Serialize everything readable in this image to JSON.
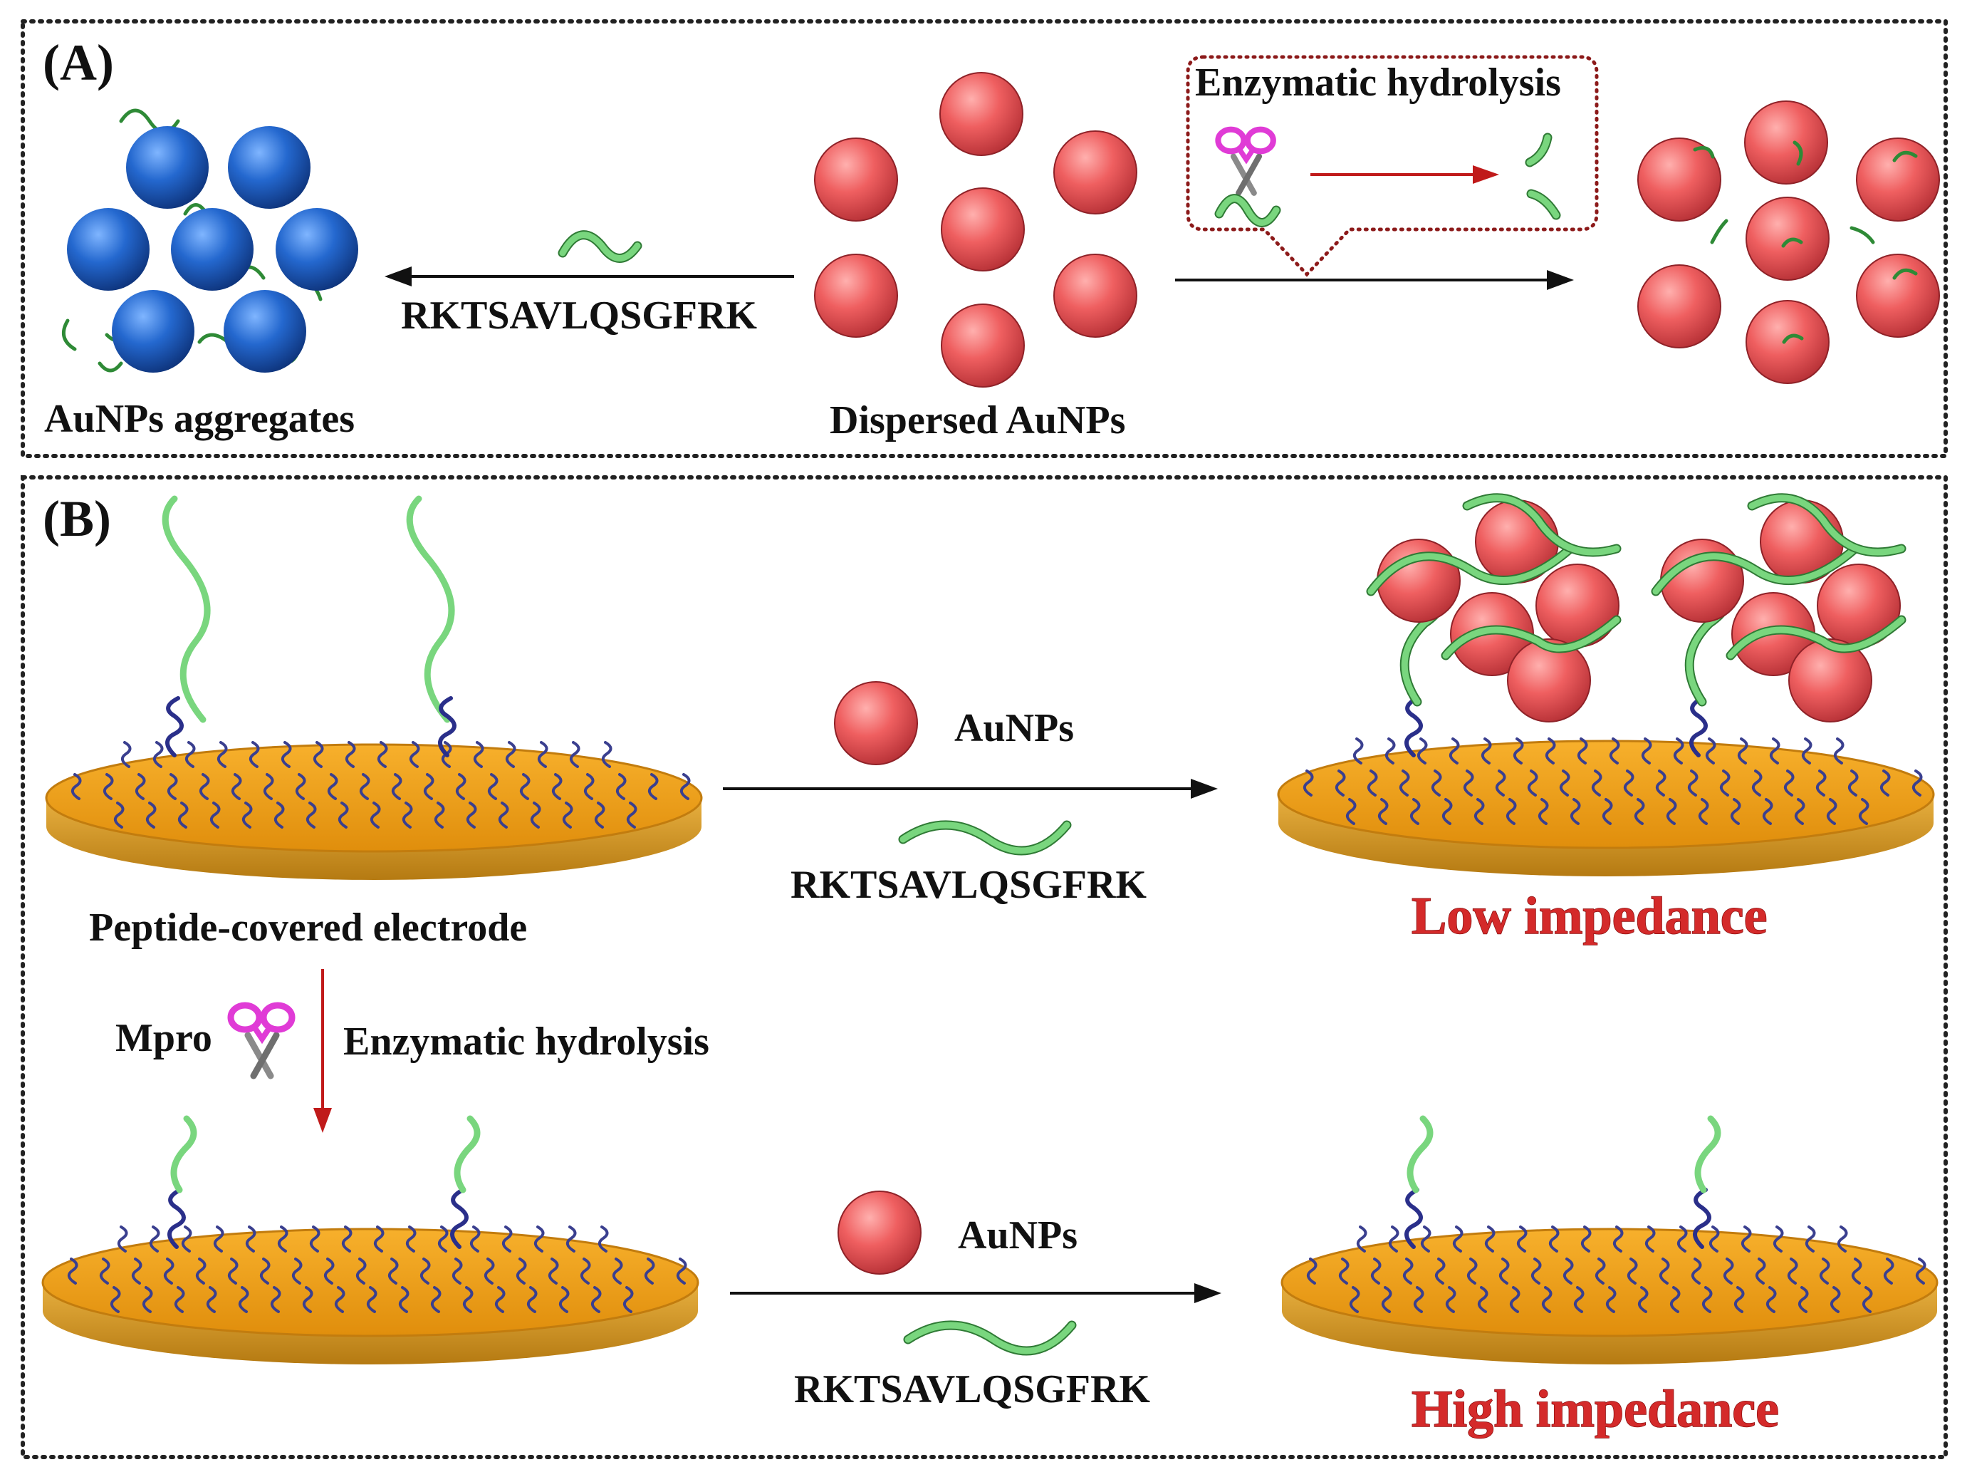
{
  "panels": {
    "a_tag": "(A)",
    "b_tag": "(B)"
  },
  "panel_a": {
    "aggregates_label": "AuNPs aggregates",
    "dispersed_label": "Dispersed AuNPs",
    "peptide_sequence": "RKTSAVLQSGFRK",
    "callout_label": "Enzymatic hydrolysis"
  },
  "panel_b": {
    "electrode_label": "Peptide-covered electrode",
    "top_reagent_label": "AuNPs",
    "top_peptide_sequence": "RKTSAVLQSGFRK",
    "low_result": "Low impedance",
    "enzyme_label": "Mpro",
    "hydrolysis_label": "Enzymatic hydrolysis",
    "bottom_reagent_label": "AuNPs",
    "bottom_peptide_sequence": "RKTSAVLQSGFRK",
    "high_result": "High impedance"
  },
  "colors": {
    "aunp_red": "#e9565a",
    "aggregate_blue": "#1f65c9",
    "electrode_gold": "#f0a21a",
    "peptide_green": "#79d67e",
    "anchor_navy": "#2a2f8a",
    "scissors_magenta": "#e03bd6",
    "result_red": "#d42a2a"
  },
  "icons": [
    "scissors-icon",
    "aunp-sphere-icon",
    "peptide-strand-icon",
    "electrode-disc-icon"
  ]
}
